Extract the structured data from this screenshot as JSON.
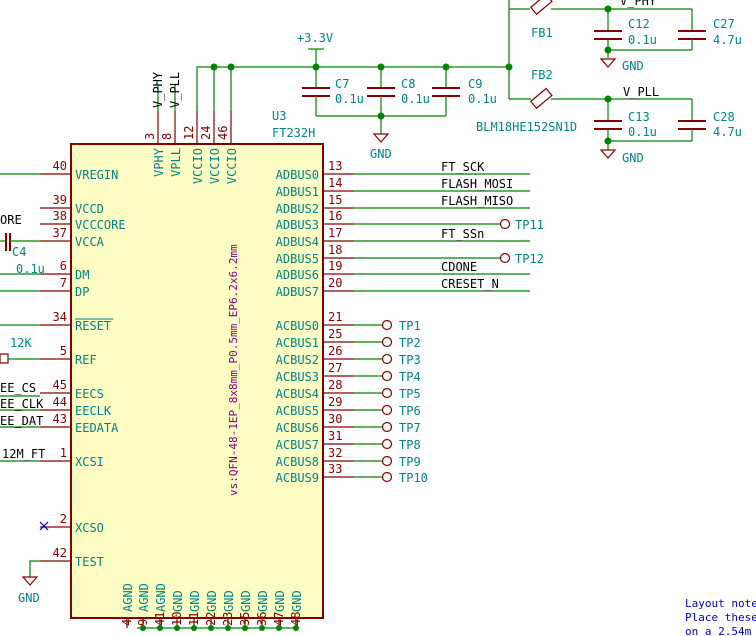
{
  "ic": {
    "reference": "U3",
    "value": "FT232H",
    "footprint": "vs:QFN-48-1EP_8x8mm_P0.5mm_EP6.2x6.2mm",
    "left_pins": [
      {
        "num": "40",
        "name": "VREGIN"
      },
      {
        "num": "39",
        "name": "VCCD"
      },
      {
        "num": "38",
        "name": "VCCCORE"
      },
      {
        "num": "37",
        "name": "VCCA"
      },
      {
        "num": "6",
        "name": "DM"
      },
      {
        "num": "7",
        "name": "DP"
      },
      {
        "num": "34",
        "name": "RESET"
      },
      {
        "num": "5",
        "name": "REF"
      },
      {
        "num": "45",
        "name": "EECS"
      },
      {
        "num": "44",
        "name": "EECLK"
      },
      {
        "num": "43",
        "name": "EEDATA"
      },
      {
        "num": "1",
        "name": "XCSI"
      },
      {
        "num": "2",
        "name": "XCSO"
      },
      {
        "num": "42",
        "name": "TEST"
      }
    ],
    "top_pins": [
      {
        "num": "3",
        "name": "VPHY"
      },
      {
        "num": "8",
        "name": "VPLL"
      },
      {
        "num": "12",
        "name": "VCCIO"
      },
      {
        "num": "24",
        "name": "VCCIO"
      },
      {
        "num": "46",
        "name": "VCCIO"
      }
    ],
    "right_pins": [
      {
        "num": "13",
        "name": "ADBUS0"
      },
      {
        "num": "14",
        "name": "ADBUS1"
      },
      {
        "num": "15",
        "name": "ADBUS2"
      },
      {
        "num": "16",
        "name": "ADBUS3"
      },
      {
        "num": "17",
        "name": "ADBUS4"
      },
      {
        "num": "18",
        "name": "ADBUS5"
      },
      {
        "num": "19",
        "name": "ADBUS6"
      },
      {
        "num": "20",
        "name": "ADBUS7"
      },
      {
        "num": "21",
        "name": "ACBUS0"
      },
      {
        "num": "25",
        "name": "ACBUS1"
      },
      {
        "num": "26",
        "name": "ACBUS2"
      },
      {
        "num": "27",
        "name": "ACBUS3"
      },
      {
        "num": "28",
        "name": "ACBUS4"
      },
      {
        "num": "29",
        "name": "ACBUS5"
      },
      {
        "num": "30",
        "name": "ACBUS6"
      },
      {
        "num": "31",
        "name": "ACBUS7"
      },
      {
        "num": "32",
        "name": "ACBUS8"
      },
      {
        "num": "33",
        "name": "ACBUS9"
      }
    ],
    "bottom_pins": [
      {
        "num": "4",
        "name": "AGND"
      },
      {
        "num": "9",
        "name": "AGND"
      },
      {
        "num": "41",
        "name": "AGND"
      },
      {
        "num": "10",
        "name": "GND"
      },
      {
        "num": "11",
        "name": "GND"
      },
      {
        "num": "22",
        "name": "GND"
      },
      {
        "num": "23",
        "name": "GND"
      },
      {
        "num": "35",
        "name": "GND"
      },
      {
        "num": "36",
        "name": "GND"
      },
      {
        "num": "47",
        "name": "GND"
      },
      {
        "num": "48",
        "name": "GND"
      }
    ]
  },
  "right_nets": [
    "FT_SCK",
    "FLASH_MOSI",
    "FLASH_MISO",
    "",
    "FT_SSn",
    "",
    "CDONE",
    "CRESET_N"
  ],
  "adbus_testpoints": {
    "tp11": "TP11",
    "tp12": "TP12"
  },
  "acbus_testpoints": [
    "TP1",
    "TP2",
    "TP3",
    "TP4",
    "TP5",
    "TP6",
    "TP7",
    "TP8",
    "TP9",
    "TP10"
  ],
  "left_labels": {
    "vcccore_net": "ORE",
    "c4_ref": "C4",
    "c4_val": "0.1u",
    "ref_res_val": "12K",
    "eecs_net": "EE_CS",
    "eeclk_net": "EE_CLK",
    "eedat_net": "EE_DAT",
    "xcsi_net": "12M_FT"
  },
  "top_nets": {
    "vphy": "V_PHY",
    "vpll": "V_PLL"
  },
  "power": {
    "v33": "+3.3V",
    "gnd": "GND"
  },
  "caps": [
    {
      "ref": "C7",
      "val": "0.1u"
    },
    {
      "ref": "C8",
      "val": "0.1u"
    },
    {
      "ref": "C9",
      "val": "0.1u"
    },
    {
      "ref": "C12",
      "val": "0.1u"
    },
    {
      "ref": "C27",
      "val": "4.7u"
    },
    {
      "ref": "C13",
      "val": "0.1u"
    },
    {
      "ref": "C28",
      "val": "4.7u"
    }
  ],
  "ferrites": {
    "fb1": "FB1",
    "fb2": "FB2",
    "value": "BLM18HE152SN1D"
  },
  "note": {
    "line1": "Layout note",
    "line2": "Place these",
    "line3": "on a 2.54m"
  }
}
